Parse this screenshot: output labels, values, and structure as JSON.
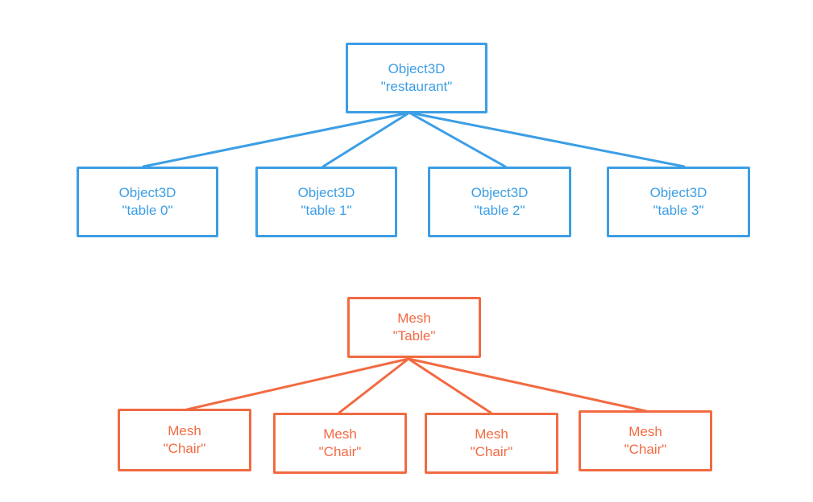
{
  "colors": {
    "object3d": "#3c9ee5",
    "mesh": "#f26a42"
  },
  "scene_graph": {
    "root": {
      "type": "Object3D",
      "name": "\"restaurant\""
    },
    "children": [
      {
        "type": "Object3D",
        "name": "\"table 0\""
      },
      {
        "type": "Object3D",
        "name": "\"table 1\""
      },
      {
        "type": "Object3D",
        "name": "\"table 2\""
      },
      {
        "type": "Object3D",
        "name": "\"table 3\""
      }
    ]
  },
  "mesh_graph": {
    "root": {
      "type": "Mesh",
      "name": "\"Table\""
    },
    "children": [
      {
        "type": "Mesh",
        "name": "\"Chair\""
      },
      {
        "type": "Mesh",
        "name": "\"Chair\""
      },
      {
        "type": "Mesh",
        "name": "\"Chair\""
      },
      {
        "type": "Mesh",
        "name": "\"Chair\""
      }
    ]
  }
}
